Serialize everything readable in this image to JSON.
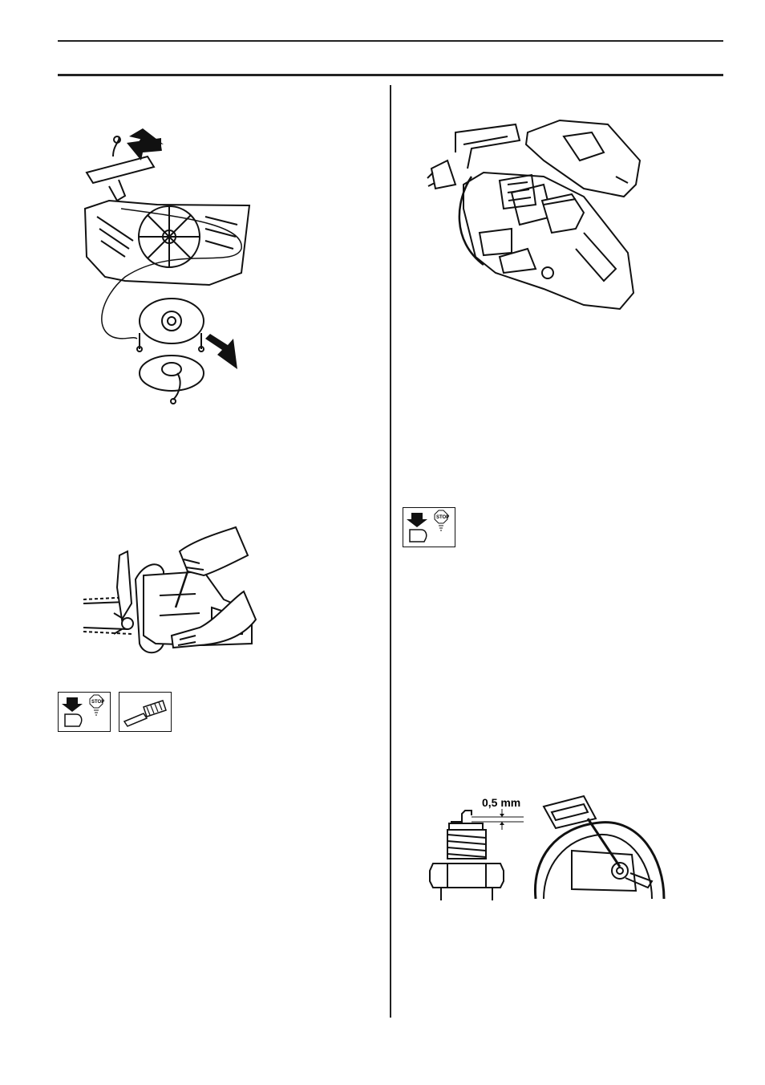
{
  "figures": {
    "starter": {
      "icon": "starter-assembly-illustration"
    },
    "air_filter": {
      "icon": "air-filter-cover-illustration"
    },
    "stop_switch_cleaning": {
      "icon": "stop-switch-cleaning-illustration"
    },
    "spark_plug": {
      "gap_label": "0,5 mm",
      "icon": "spark-plug-gap-illustration"
    }
  },
  "symbols": {
    "stop_label": "STOP",
    "stop_icon": "stop-switch-symbol",
    "brush_icon": "brush-symbol"
  }
}
